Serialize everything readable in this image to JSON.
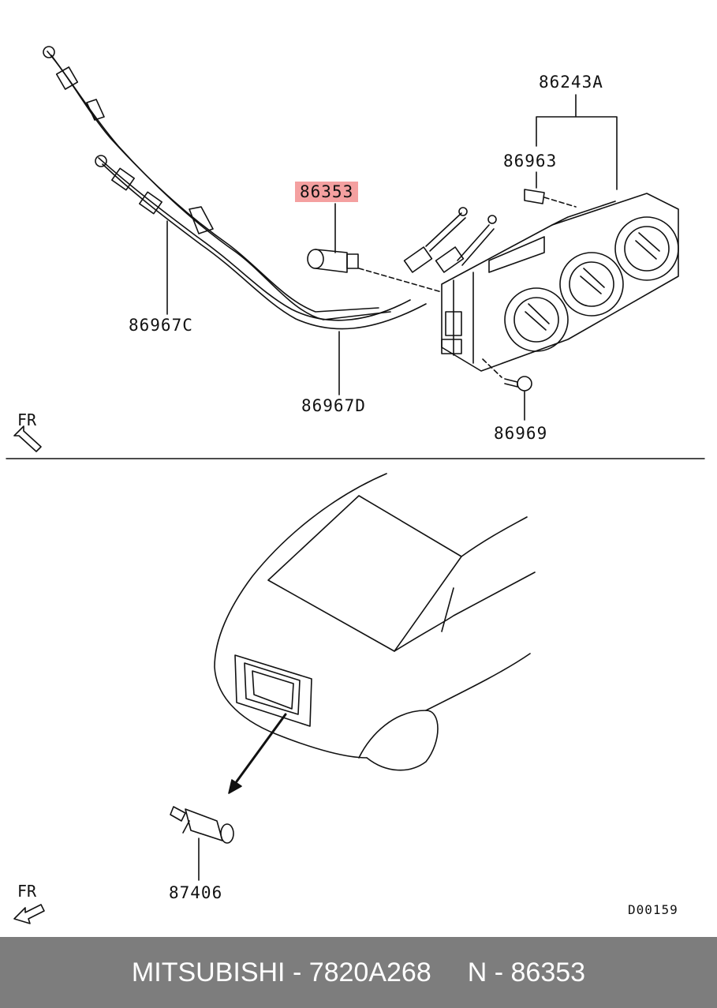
{
  "parts": {
    "p86243a": "86243A",
    "p86963": "86963",
    "p86353": "86353",
    "p86967c": "86967C",
    "p86967d": "86967D",
    "p86969": "86969",
    "p87406": "87406"
  },
  "orientation_mark": "FR",
  "diagram_code": "D00159",
  "footer": {
    "part_info": "MITSUBISHI - 7820A268",
    "ref_info": "N - 86353"
  },
  "colors": {
    "highlight": "#f4a0a0",
    "footer_bg": "#7d7d7d"
  }
}
